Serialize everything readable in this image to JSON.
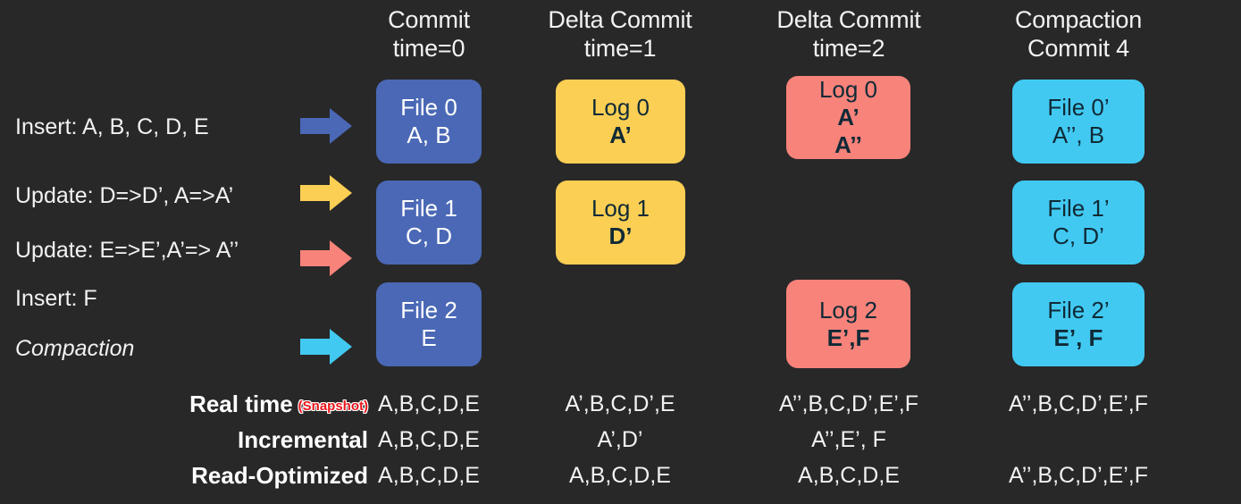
{
  "background_color": "#282828",
  "columns": [
    {
      "title": "Commit\ntime=0",
      "accent": "#4a68b5"
    },
    {
      "title": "Delta Commit\ntime=1",
      "accent": "#fbcf54"
    },
    {
      "title": "Delta Commit\ntime=2",
      "accent": "#f7837a"
    },
    {
      "title": "Compaction\nCommit 4",
      "accent": "#41c9f2"
    }
  ],
  "operations": [
    {
      "label": "Insert: A, B, C, D, E",
      "arrow_color": "#4a68b5",
      "italic": false,
      "has_arrow": true
    },
    {
      "label": "Update: D=>D’, A=>A’",
      "arrow_color": "#fbcf54",
      "italic": false,
      "has_arrow": true
    },
    {
      "label": "Update: E=>E’,A’=> A’’",
      "arrow_color": "#f7837a",
      "italic": false,
      "has_arrow": true
    },
    {
      "label": "Insert:   F",
      "arrow_color": "",
      "italic": false,
      "has_arrow": false
    },
    {
      "label": "Compaction",
      "arrow_color": "#41c9f2",
      "italic": true,
      "has_arrow": true
    }
  ],
  "boxes": {
    "commit0": [
      {
        "title": "File 0",
        "detail": "A, B",
        "detail2": "",
        "bold_detail": false,
        "color": "blue"
      },
      {
        "title": "File 1",
        "detail": "C, D",
        "detail2": "",
        "bold_detail": false,
        "color": "blue"
      },
      {
        "title": "File 2",
        "detail": "E",
        "detail2": "",
        "bold_detail": false,
        "color": "blue"
      }
    ],
    "delta1": [
      {
        "title": "Log 0",
        "detail": "A’",
        "detail2": "",
        "bold_detail": true,
        "color": "yellow"
      },
      {
        "title": "Log 1",
        "detail": "D’",
        "detail2": "",
        "bold_detail": true,
        "color": "yellow"
      }
    ],
    "delta2": [
      {
        "title": "Log 0",
        "detail": "A’",
        "detail2": "A’’",
        "bold_detail": true,
        "color": "red"
      },
      {
        "title": "Log 2",
        "detail": "E’,F",
        "detail2": "",
        "bold_detail": true,
        "color": "red"
      }
    ],
    "compaction4": [
      {
        "title": "File 0’",
        "detail": "A’’, B",
        "detail2": "",
        "bold_detail": false,
        "color": "cyan"
      },
      {
        "title": "File 1’",
        "detail": "C, D’",
        "detail2": "",
        "bold_detail": false,
        "color": "cyan"
      },
      {
        "title": "File 2’",
        "detail": "E’, F",
        "detail2": "",
        "bold_detail": true,
        "color": "cyan"
      }
    ]
  },
  "summary": {
    "rows": [
      {
        "label": "Real time",
        "badge": "(Snapshot)",
        "badge_color": "#e8161b",
        "values": [
          "A,B,C,D,E",
          "A’,B,C,D’,E",
          "A’’,B,C,D’,E’,F",
          "A’’,B,C,D’,E’,F"
        ]
      },
      {
        "label": "Incremental",
        "badge": "",
        "badge_color": "",
        "values": [
          "A,B,C,D,E",
          "A’,D’",
          "A’’,E’, F",
          ""
        ]
      },
      {
        "label": "Read-Optimized",
        "badge": "",
        "badge_color": "",
        "values": [
          "A,B,C,D,E",
          "A,B,C,D,E",
          "A,B,C,D,E",
          "A’’,B,C,D’,E’,F"
        ]
      }
    ]
  }
}
